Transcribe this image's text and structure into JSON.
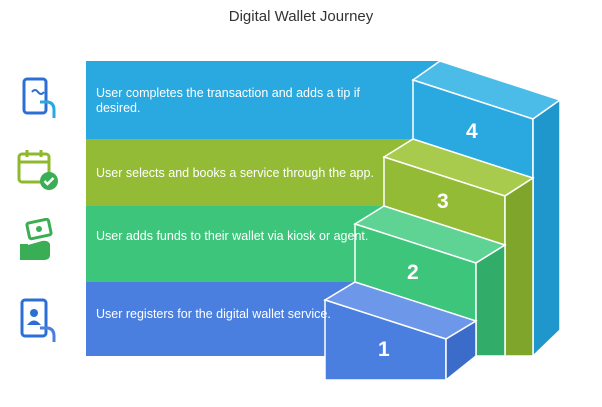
{
  "title": "Digital Wallet Journey",
  "colors": {
    "step1": "#4a7fe0",
    "step2": "#3ec57c",
    "step3": "#93bb35",
    "step4": "#29a9df",
    "icon_blue": "#2b6fd6",
    "icon_green": "#3aae54",
    "icon_lime": "#8fb92d"
  },
  "steps": [
    {
      "number": "1",
      "text": "User registers for the digital wallet service.",
      "icon": "phone-user-icon"
    },
    {
      "number": "2",
      "text": "User adds funds to their wallet via kiosk or agent.",
      "icon": "hand-cash-icon"
    },
    {
      "number": "3",
      "text": "User selects and books a service through the app.",
      "icon": "calendar-check-icon"
    },
    {
      "number": "4",
      "text": "User completes the transaction and adds a tip if desired.",
      "icon": "phone-payment-icon"
    }
  ]
}
